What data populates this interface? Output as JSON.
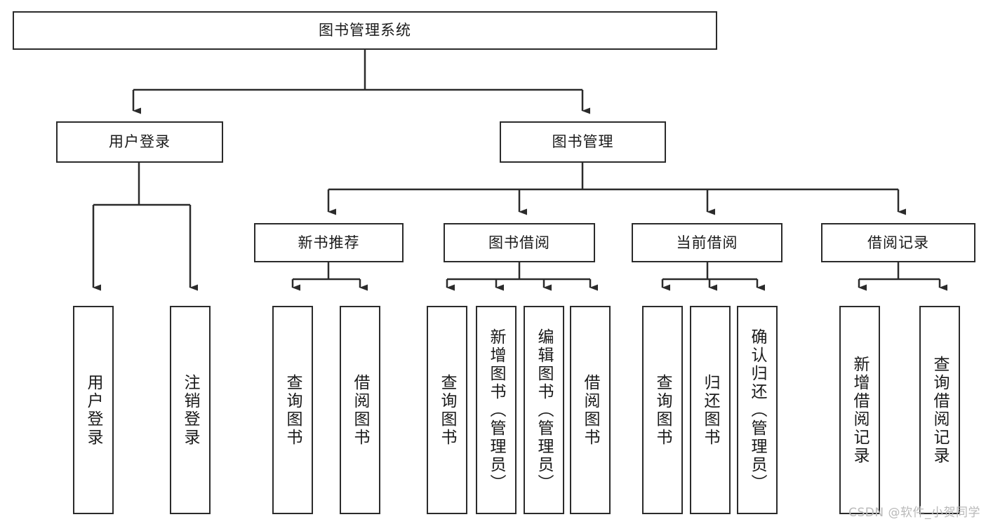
{
  "diagram": {
    "title": "图书管理系统",
    "type": "hierarchy-tree",
    "watermark": "CSDN @软件_小贺同学",
    "colors": {
      "stroke": "#2b2b2b",
      "fill": "#ffffff",
      "text": "#1a1a1a",
      "watermark": "#b9b9b9"
    },
    "root": {
      "label": "图书管理系统"
    },
    "level2": [
      {
        "label": "用户登录"
      },
      {
        "label": "图书管理"
      }
    ],
    "level3": [
      {
        "label": "新书推荐"
      },
      {
        "label": "图书借阅"
      },
      {
        "label": "当前借阅"
      },
      {
        "label": "借阅记录"
      }
    ],
    "leaves": {
      "user_login": [
        {
          "label": "用户登录"
        },
        {
          "label": "注销登录"
        }
      ],
      "new_book_recommend": [
        {
          "label": "查询图书"
        },
        {
          "label": "借阅图书"
        }
      ],
      "book_borrow": [
        {
          "label": "查询图书"
        },
        {
          "label": "新增图书（管理员）"
        },
        {
          "label": "编辑图书（管理员）"
        },
        {
          "label": "借阅图书"
        }
      ],
      "current_borrow": [
        {
          "label": "查询图书"
        },
        {
          "label": "归还图书"
        },
        {
          "label": "确认归还（管理员）"
        }
      ],
      "borrow_record": [
        {
          "label": "新增借阅记录"
        },
        {
          "label": "查询借阅记录"
        }
      ]
    }
  }
}
